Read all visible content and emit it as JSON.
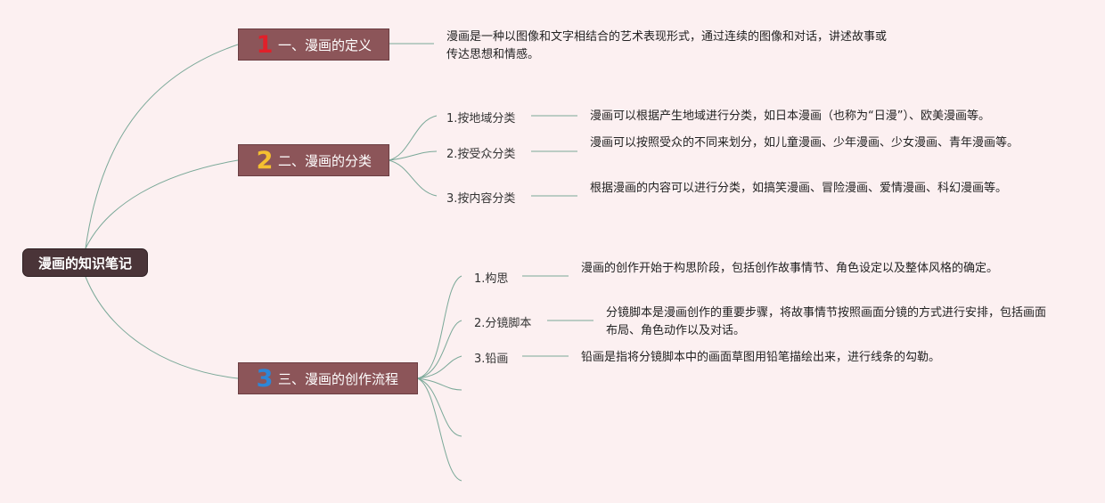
{
  "root": {
    "title": "漫画的知识笔记"
  },
  "branches": [
    {
      "number": "1",
      "title": "一、漫画的定义",
      "color": "#e0202a",
      "description": "漫画是一种以图像和文字相结合的艺术表现形式，通过连续的图像和对话，讲述故事或传达思想和情感。"
    },
    {
      "number": "2",
      "title": "二、漫画的分类",
      "color": "#f5c030",
      "children": [
        {
          "label": "1.按地域分类",
          "description": "漫画可以根据产生地域进行分类，如日本漫画（也称为“日漫”）、欧美漫画等。"
        },
        {
          "label": "2.按受众分类",
          "description": "漫画可以按照受众的不同来划分，如儿童漫画、少年漫画、少女漫画、青年漫画等。"
        },
        {
          "label": "3.按内容分类",
          "description": "根据漫画的内容可以进行分类，如搞笑漫画、冒险漫画、爱情漫画、科幻漫画等。"
        }
      ]
    },
    {
      "number": "3",
      "title": "三、漫画的创作流程",
      "color": "#2e86d6",
      "children": [
        {
          "label": "1.构思",
          "description": "漫画的创作开始于构思阶段，包括创作故事情节、角色设定以及整体风格的确定。"
        },
        {
          "label": "2.分镜脚本",
          "description": "分镜脚本是漫画创作的重要步骤，将故事情节按照画面分镜的方式进行安排，包括画面布局、角色动作以及对话。"
        },
        {
          "label": "3.铅画",
          "description": "铅画是指将分镜脚本中的画面草图用铅笔描绘出来，进行线条的勾勒。"
        }
      ]
    }
  ],
  "colors": {
    "connector": "#7aa898",
    "node_fill": "#8c5559",
    "root_fill": "#4a3438",
    "background": "#fcf0f1"
  }
}
